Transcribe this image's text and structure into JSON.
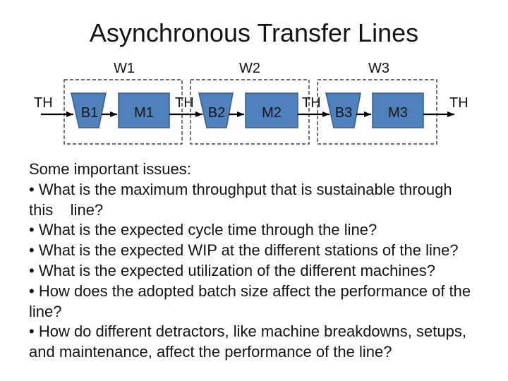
{
  "slide": {
    "title": "Asynchronous Transfer Lines"
  },
  "diagram": {
    "stations": [
      {
        "name": "W1",
        "buffer": "B1",
        "machine": "M1"
      },
      {
        "name": "W2",
        "buffer": "B2",
        "machine": "M2"
      },
      {
        "name": "W3",
        "buffer": "B3",
        "machine": "M3"
      }
    ],
    "flow_labels": [
      "TH",
      "TH",
      "TH",
      "TH"
    ],
    "colors": {
      "shape_fill": "#4F81BD",
      "shape_border": "#385D8A",
      "dashed_boundary": "#1A1A1A",
      "arrow": "#000000"
    }
  },
  "body": {
    "lines": [
      "Some important issues:",
      "• What is the maximum throughput that is sustainable through",
      "this    line?",
      "• What is the expected cycle time through the line?",
      "• What is the expected WIP at the different stations of the line?",
      "• What is the expected utilization of the different machines?",
      "• How does the adopted batch size affect the performance of the",
      "line?",
      "• How do different detractors, like machine breakdowns, setups,",
      "and maintenance, affect the performance of the line?"
    ]
  }
}
